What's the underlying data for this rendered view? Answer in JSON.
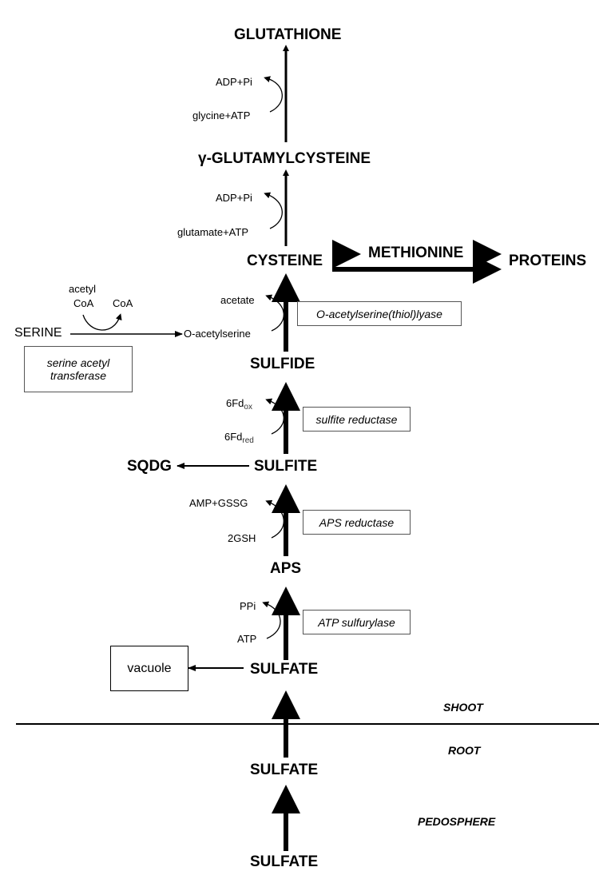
{
  "nodes": {
    "glutathione": "GLUTATHIONE",
    "gamma_glutamylcysteine": "γ-GLUTAMYLCYSTEINE",
    "cysteine": "CYSTEINE",
    "methionine": "METHIONINE",
    "proteins": "PROTEINS",
    "sulfide": "SULFIDE",
    "sulfite": "SULFITE",
    "sqdg": "SQDG",
    "aps": "APS",
    "sulfate_shoot": "SULFATE",
    "sulfate_root": "SULFATE",
    "sulfate_soil": "SULFATE",
    "serine": "SERINE",
    "o_acetylserine": "O-acetylserine"
  },
  "cofactors": {
    "glutathione_out": "ADP+Pi",
    "glutathione_in": "glycine+ATP",
    "gec_out": "ADP+Pi",
    "gec_in": "glutamate+ATP",
    "cysteine_out": "acetate",
    "serine_in_1": "acetyl",
    "serine_in_2": "CoA",
    "serine_out": "CoA",
    "sulfide_out_base": "6Fd",
    "sulfide_out_sub": "ox",
    "sulfide_in_base": "6Fd",
    "sulfide_in_sub": "red",
    "sulfite_out": "AMP+GSSG",
    "sulfite_in": "2GSH",
    "aps_out": "PPi",
    "aps_in": "ATP"
  },
  "enzymes": {
    "oas_thiol_lyase": "O-acetylserine(thiol)lyase",
    "serine_acetyl_transferase_1": "serine acetyl",
    "serine_acetyl_transferase_2": "transferase",
    "sulfite_reductase": "sulfite reductase",
    "aps_reductase": "APS reductase",
    "atp_sulfurylase": "ATP sulfurylase"
  },
  "compartments": {
    "vacuole": "vacuole",
    "shoot": "SHOOT",
    "root": "ROOT",
    "pedosphere": "PEDOSPHERE"
  }
}
